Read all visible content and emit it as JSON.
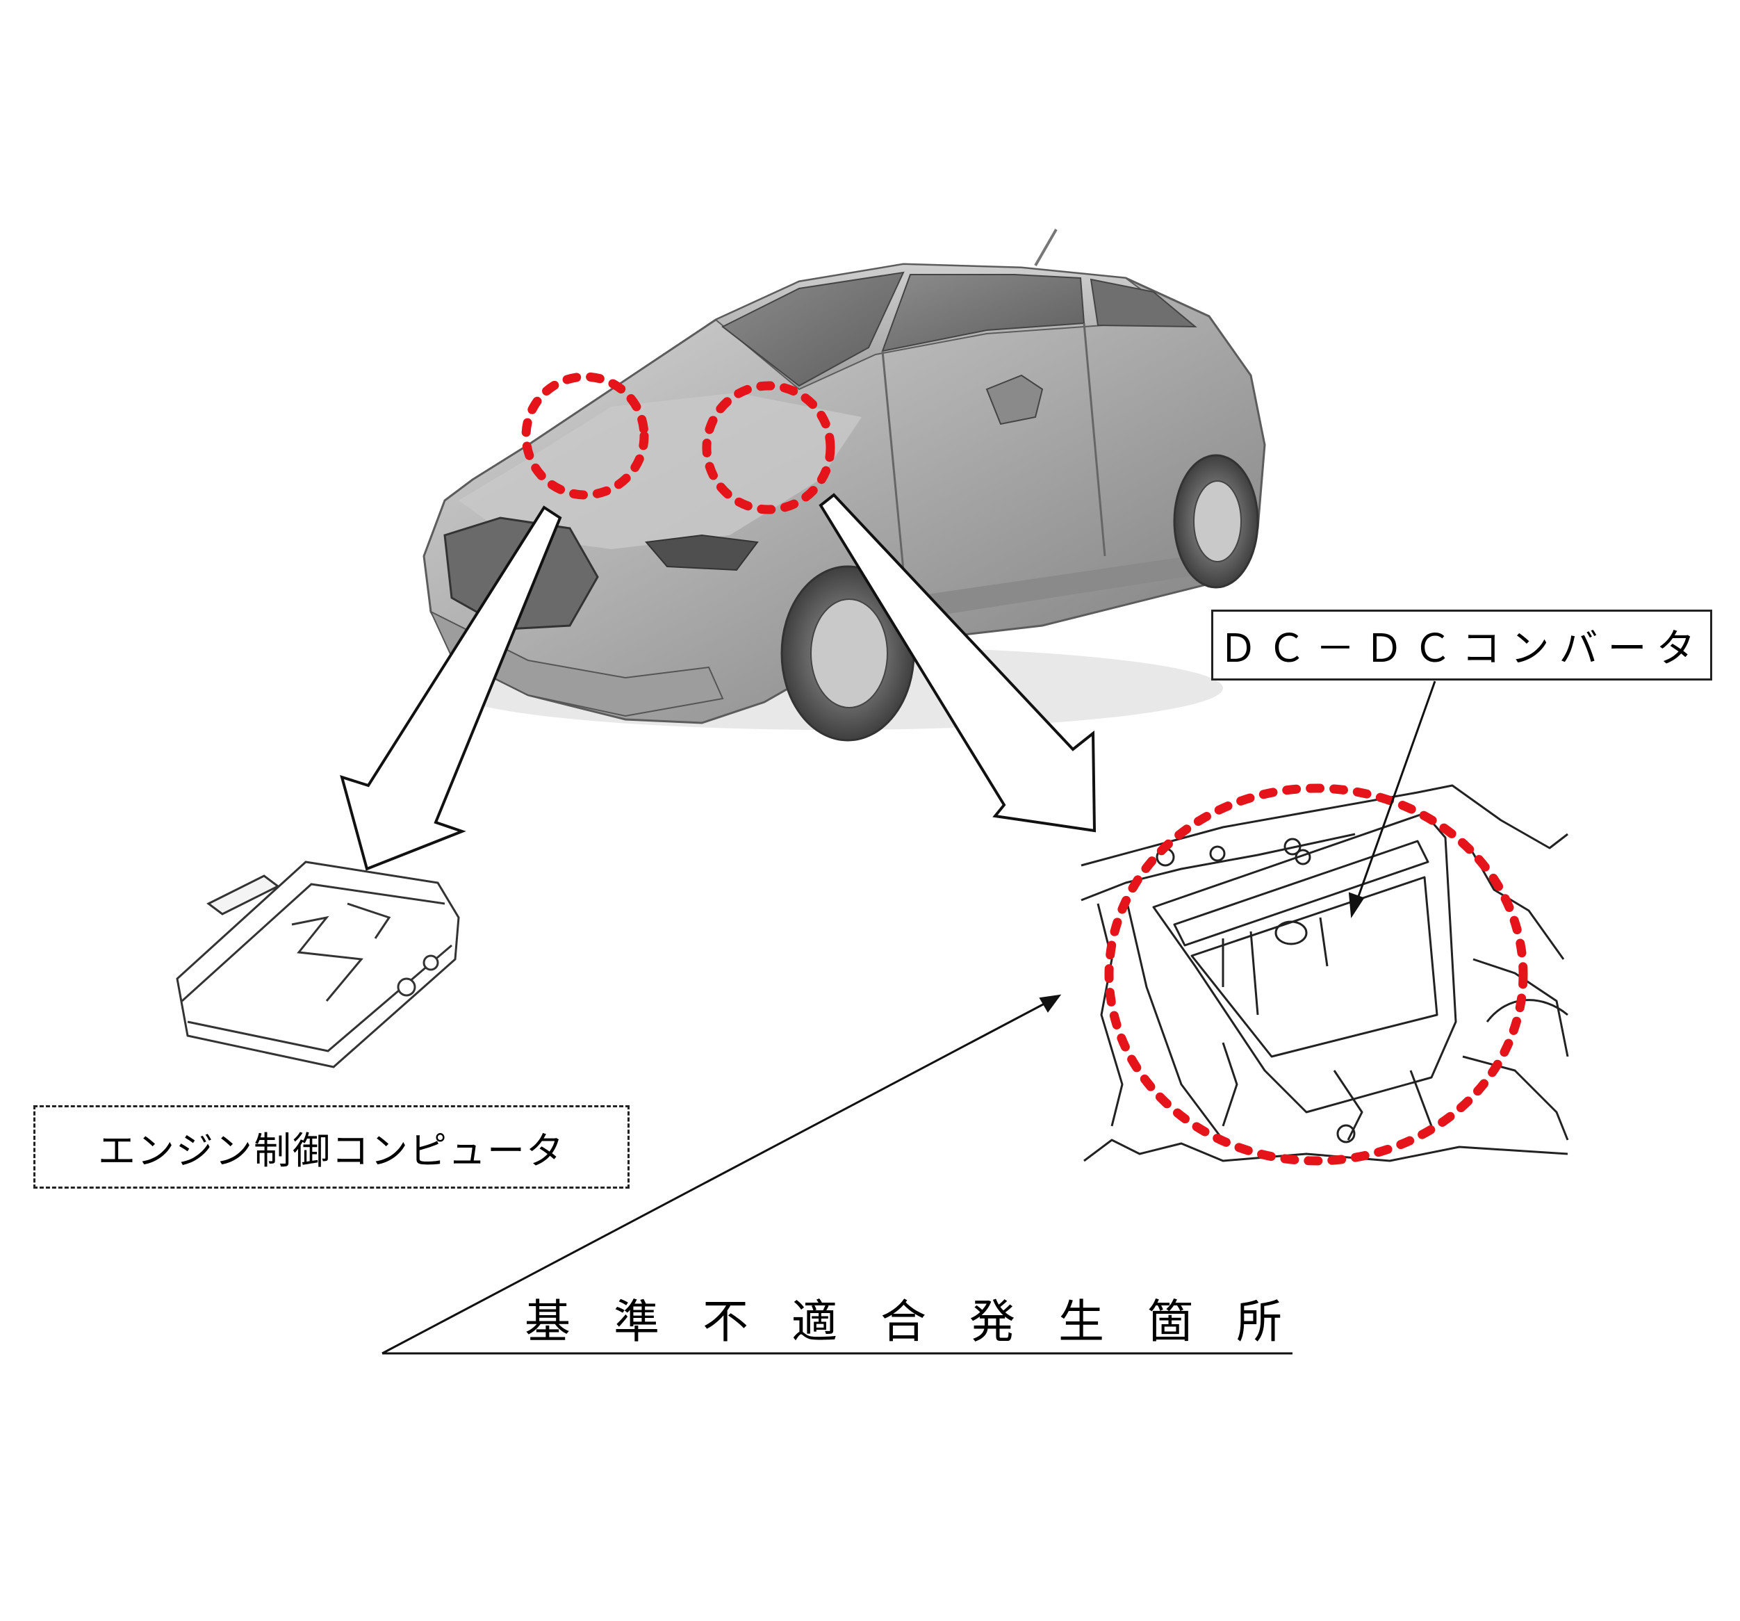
{
  "labels": {
    "dcdc_converter": "ＤＣ－ＤＣコンバータ",
    "engine_ecu": "エンジン制御コンピュータ",
    "defect_location": "基準不適合発生箇所"
  },
  "colors": {
    "highlight_circle": "#e5141b",
    "line": "#111111",
    "car_body": "#b3b3b3"
  },
  "icons": {
    "car": "car-illustration",
    "ecu": "engine-ecu-illustration",
    "engine_bay": "engine-bay-detail-illustration"
  }
}
